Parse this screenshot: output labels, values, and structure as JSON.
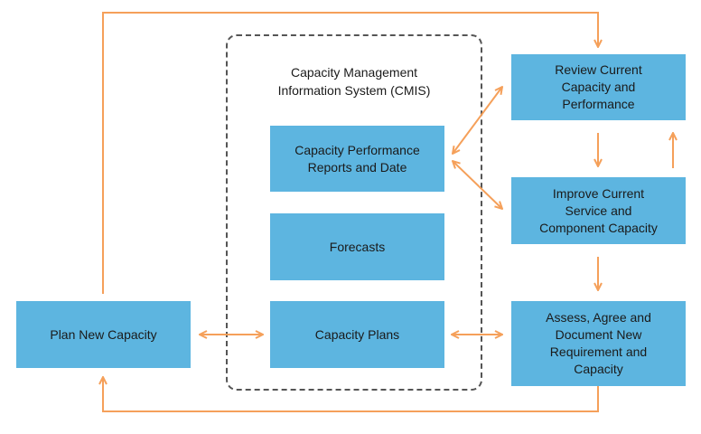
{
  "colors": {
    "box_fill": "#5db5e0",
    "arrow": "#f5a05a",
    "dashed_border": "#555555",
    "text": "#1a1a1a"
  },
  "cmis": {
    "title": "Capacity Management\nInformation System (CMIS)"
  },
  "boxes": {
    "capacity_reports": "Capacity Performance\nReports and Date",
    "forecasts": "Forecasts",
    "capacity_plans": "Capacity Plans",
    "plan_new_capacity": "Plan New Capacity",
    "review_current": "Review Current\nCapacity and\nPerformance",
    "improve_current": "Improve Current\nService and\nComponent Capacity",
    "assess_agree": "Assess, Agree and\nDocument New\nRequirement and\nCapacity"
  }
}
